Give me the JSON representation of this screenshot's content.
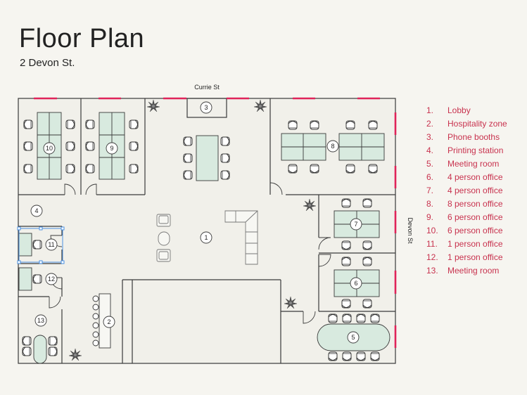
{
  "page": {
    "title": "Floor Plan",
    "address": "2 Devon St."
  },
  "streets": {
    "north": "Currie St",
    "east": "Devon St"
  },
  "colors": {
    "window": "#e0245a",
    "desk": "#d8eadf",
    "wall": "#3a3a3a",
    "legend_text": "#c8324e",
    "selection": "#4a90e2"
  },
  "rooms": [
    {
      "num": "1",
      "name": "Lobby"
    },
    {
      "num": "2",
      "name": "Hospitality zone"
    },
    {
      "num": "3",
      "name": "Phone booths"
    },
    {
      "num": "4",
      "name": "Printing station"
    },
    {
      "num": "5",
      "name": "Meeting room"
    },
    {
      "num": "6",
      "name": "4 person office"
    },
    {
      "num": "7",
      "name": "4 person office"
    },
    {
      "num": "8",
      "name": "8 person office"
    },
    {
      "num": "9",
      "name": "6 person office"
    },
    {
      "num": "10",
      "name": "6 person office"
    },
    {
      "num": "11",
      "name": "1 person office"
    },
    {
      "num": "12",
      "name": "1 person office"
    },
    {
      "num": "13",
      "name": "Meeting room"
    }
  ],
  "legend": [
    {
      "num": "1.",
      "name": "Lobby"
    },
    {
      "num": "2.",
      "name": "Hospitality zone"
    },
    {
      "num": "3.",
      "name": "Phone booths"
    },
    {
      "num": "4.",
      "name": "Printing station"
    },
    {
      "num": "5.",
      "name": "Meeting room"
    },
    {
      "num": "6.",
      "name": "4 person office"
    },
    {
      "num": "7.",
      "name": "4 person office"
    },
    {
      "num": "8.",
      "name": "8 person office"
    },
    {
      "num": "9.",
      "name": "6 person office"
    },
    {
      "num": "10.",
      "name": "6 person office"
    },
    {
      "num": "11.",
      "name": "1 person office"
    },
    {
      "num": "12.",
      "name": "1 person office"
    },
    {
      "num": "13.",
      "name": "Meeting room"
    }
  ]
}
